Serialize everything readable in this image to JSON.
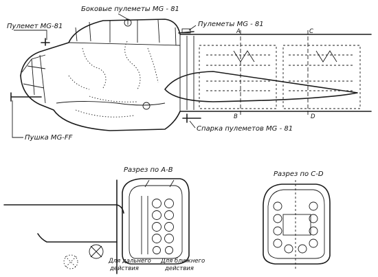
{
  "labels": {
    "side_mgs": "Боковые пулеметы MG - 81",
    "mg81_nose": "Пулемет MG-81",
    "mgs_top_right": "Пулеметы MG - 81",
    "mgff_cannon": "Пушка MG-FF",
    "twin_mgs": "Спарка пулеметов MG - 81",
    "section_ab_title": "Разрез по А-В",
    "section_cd_title": "Разрез по С-D",
    "long_range": "Для дальнего",
    "long_range_2": "действия",
    "short_range": "Для ближнего",
    "short_range_2": "действия",
    "mark_a": "A",
    "mark_c": "C",
    "mark_b": "B",
    "mark_d": "D"
  }
}
